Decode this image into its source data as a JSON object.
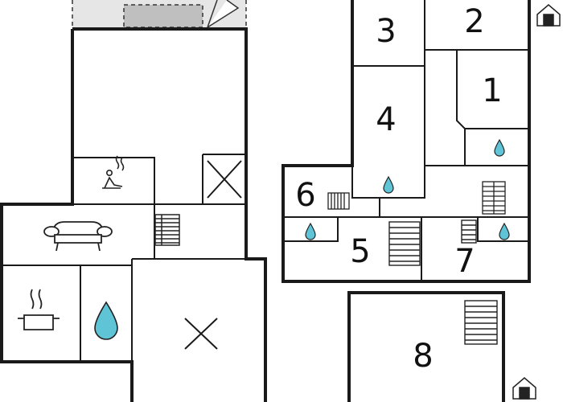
{
  "floorplan": {
    "colors": {
      "wall": "#1a1a1a",
      "water": "#5ec4d6",
      "terrace": "#e6e6e6",
      "window": "#bfbfbf"
    },
    "rooms": [
      {
        "number": "1"
      },
      {
        "number": "2"
      },
      {
        "number": "3"
      },
      {
        "number": "4"
      },
      {
        "number": "5"
      },
      {
        "number": "6"
      },
      {
        "number": "7"
      },
      {
        "number": "8"
      }
    ],
    "icons": [
      "sauna-icon",
      "sofa-icon",
      "cooking-pot-icon",
      "water-drop-icon",
      "stairs-icon",
      "radiator-icon",
      "entrance-house-icon",
      "open-space-cross-icon"
    ]
  }
}
